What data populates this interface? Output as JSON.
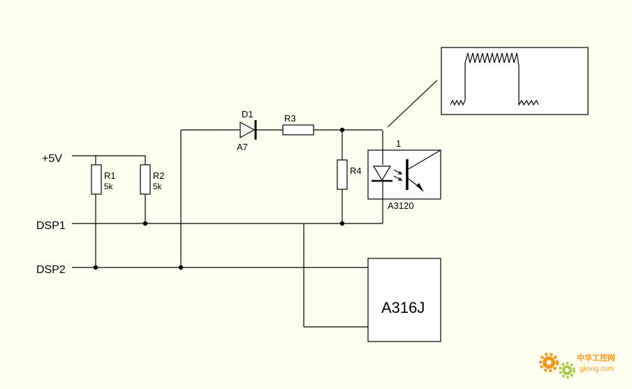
{
  "labels": {
    "supply": "+5V",
    "dsp1": "DSP1",
    "dsp2": "DSP2",
    "r1_name": "R1",
    "r1_value": "5k",
    "r2_name": "R2",
    "r2_value": "5k",
    "d1_name": "D1",
    "d1_part": "A7",
    "r3_name": "R3",
    "r4_name": "R4",
    "optocoupler_pin": "1",
    "optocoupler_part": "A3120",
    "driver_part": "A316J"
  },
  "watermark": {
    "text": "中华工控网",
    "url": "gkong.com",
    "color": "#f39a1e"
  },
  "colors": {
    "background": "#fffff0",
    "line": "#000000"
  }
}
